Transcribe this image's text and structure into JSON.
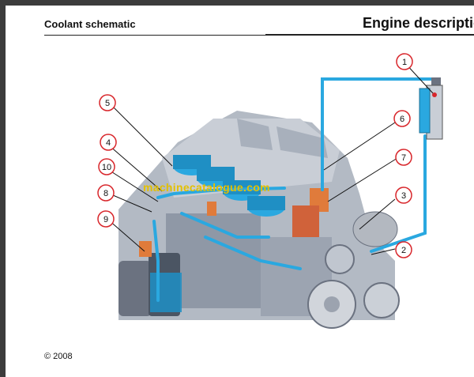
{
  "header": {
    "section_title": "Coolant schematic",
    "page_heading": "Engine descriptio"
  },
  "watermark": "machinecatalogue.com",
  "footer": {
    "copyright": "© 2008"
  },
  "callouts": [
    "1",
    "2",
    "3",
    "4",
    "5",
    "6",
    "7",
    "8",
    "9",
    "10"
  ],
  "colors": {
    "coolant_flow": "#2aa8e0",
    "callout_ring": "#d8262b",
    "engine_gray": "#9aa3b0",
    "frame": "#3c3c3c"
  }
}
